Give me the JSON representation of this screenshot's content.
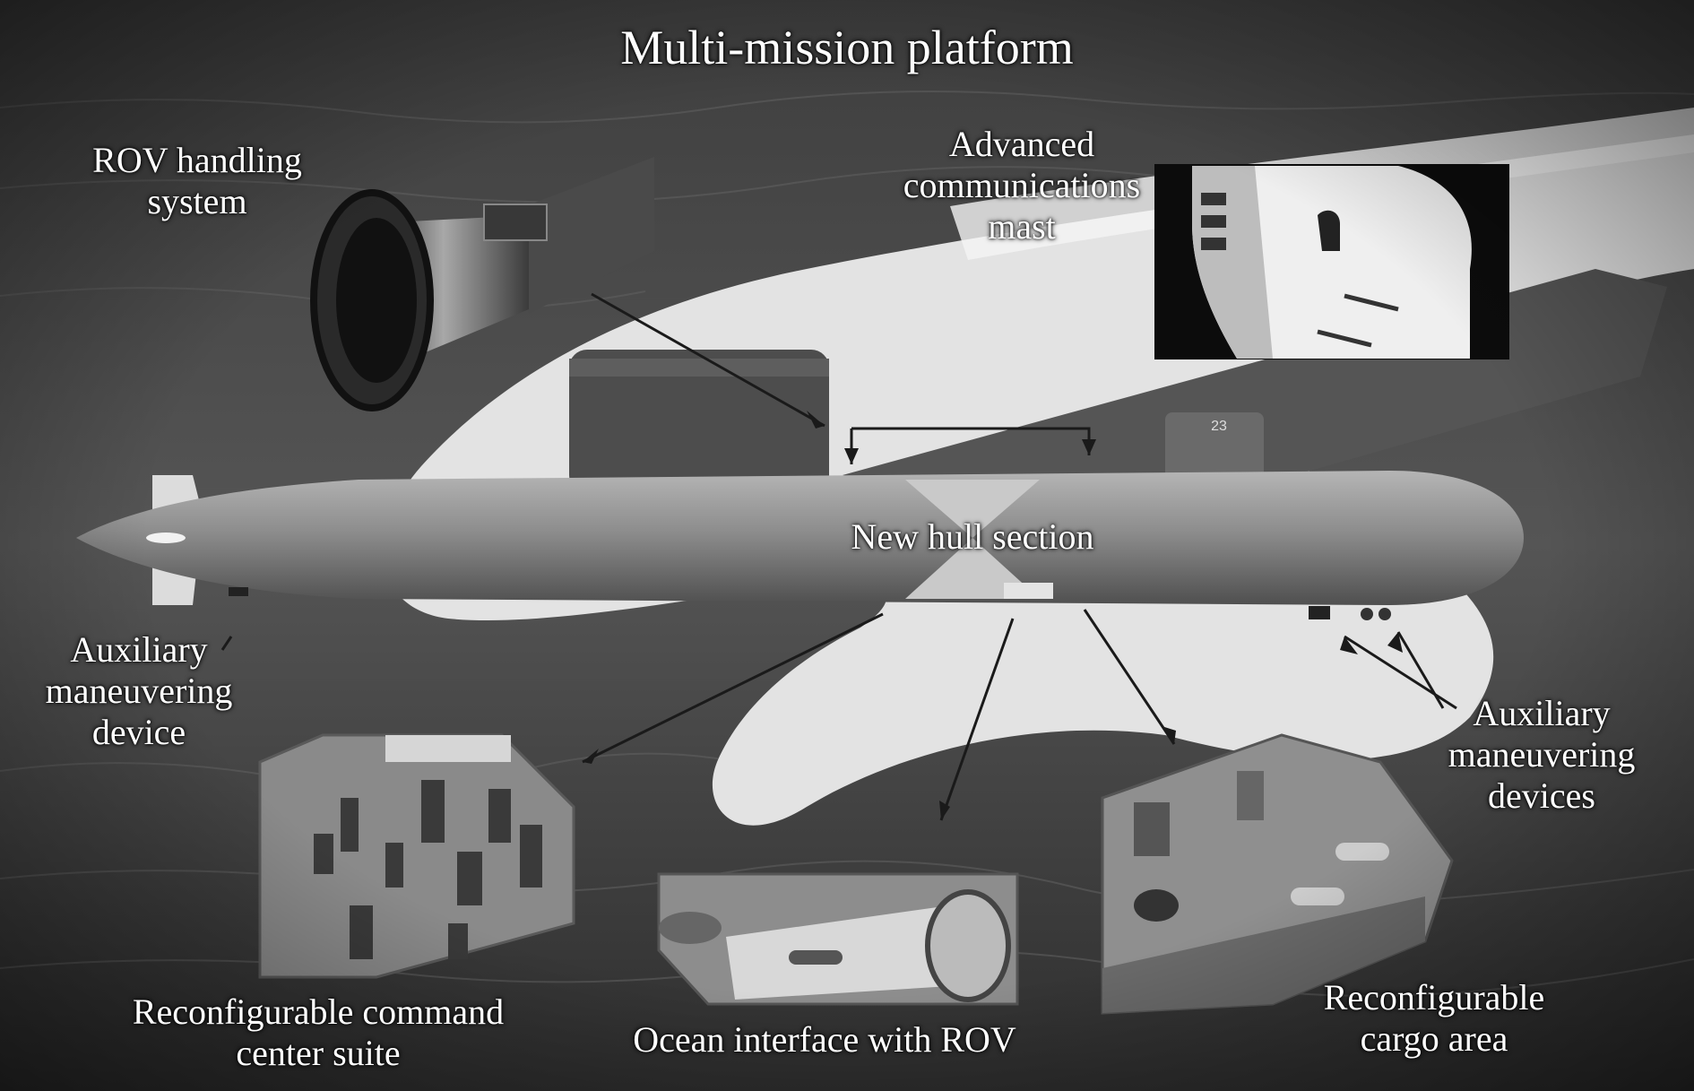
{
  "title": "Multi-mission platform",
  "labels": {
    "rov_handling": [
      "ROV handling",
      "system"
    ],
    "comms_mast": [
      "Advanced",
      "communications",
      "mast"
    ],
    "new_hull": "New hull section",
    "aux_left": [
      "Auxiliary",
      "maneuvering",
      "device"
    ],
    "aux_right": [
      "Auxiliary",
      "maneuvering",
      "devices"
    ],
    "command_center": [
      "Reconfigurable command",
      "center suite"
    ],
    "ocean_interface": "Ocean interface with ROV",
    "cargo_area": [
      "Reconfigurable",
      "cargo area"
    ]
  },
  "hull_marking": "23",
  "colors": {
    "background": "#3a3a3a",
    "sea": "#4a4a4a",
    "wake": "#e6e6e6",
    "hull": "#8c8c8c",
    "label_text": "#ffffff"
  }
}
